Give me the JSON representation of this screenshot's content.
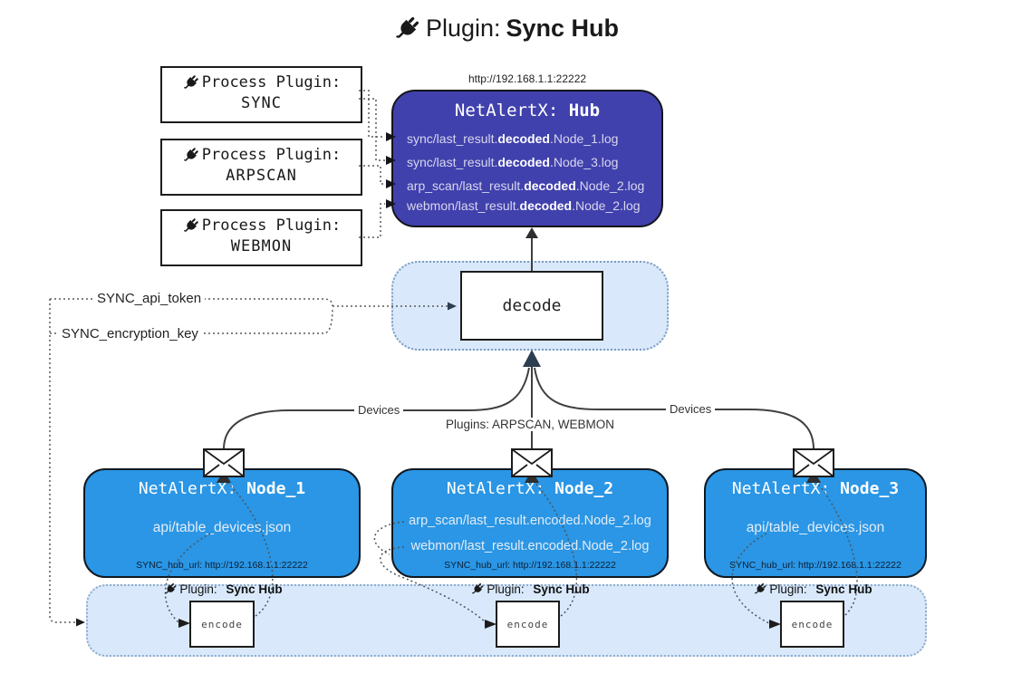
{
  "title": {
    "prefix": "Plugin:",
    "bold": "Sync Hub"
  },
  "hub": {
    "url": "http://192.168.1.1:22222",
    "brand": "NetAlertX:",
    "name": "Hub",
    "files": [
      {
        "pre": "sync/last_result.",
        "bold": "decoded",
        "post": ".Node_1.log"
      },
      {
        "pre": "sync/last_result.",
        "bold": "decoded",
        "post": ".Node_3.log"
      },
      {
        "pre": "arp_scan/last_result.",
        "bold": "decoded",
        "post": ".Node_2.log"
      },
      {
        "pre": "webmon/last_result.",
        "bold": "decoded",
        "post": ".Node_2.log"
      }
    ]
  },
  "process_plugins": {
    "label": "Process Plugin:",
    "items": [
      "SYNC",
      "ARPSCAN",
      "WEBMON"
    ]
  },
  "decode": {
    "label": "decode"
  },
  "config_labels": {
    "api_token": "SYNC_api_token",
    "encryption_key": "SYNC_encryption_key"
  },
  "edge_labels": {
    "devices_left": "Devices",
    "devices_right": "Devices",
    "plugins": "Plugins: ARPSCAN, WEBMON"
  },
  "nodes": [
    {
      "brand": "NetAlertX:",
      "name": "Node_1",
      "files": [
        "api/table_devices.json"
      ],
      "hub_url": "SYNC_hub_url: http://192.168.1.1:22222"
    },
    {
      "brand": "NetAlertX:",
      "name": "Node_2",
      "files": [
        "arp_scan/last_result.encoded.Node_2.log",
        "webmon/last_result.encoded.Node_2.log"
      ],
      "hub_url": "SYNC_hub_url: http://192.168.1.1:22222"
    },
    {
      "brand": "NetAlertX:",
      "name": "Node_3",
      "files": [
        "api/table_devices.json"
      ],
      "hub_url": "SYNC_hub_url: http://192.168.1.1:22222"
    }
  ],
  "encode": {
    "label": "encode",
    "plugin_prefix": "Plugin:",
    "plugin_bold": "Sync Hub"
  },
  "colors": {
    "hub_bg": "#4141ad",
    "node_bg": "#2a96e5",
    "band_bg": "#d9e9fb",
    "line": "#3f3f3f",
    "arrow_dark": "#2c3e50"
  }
}
